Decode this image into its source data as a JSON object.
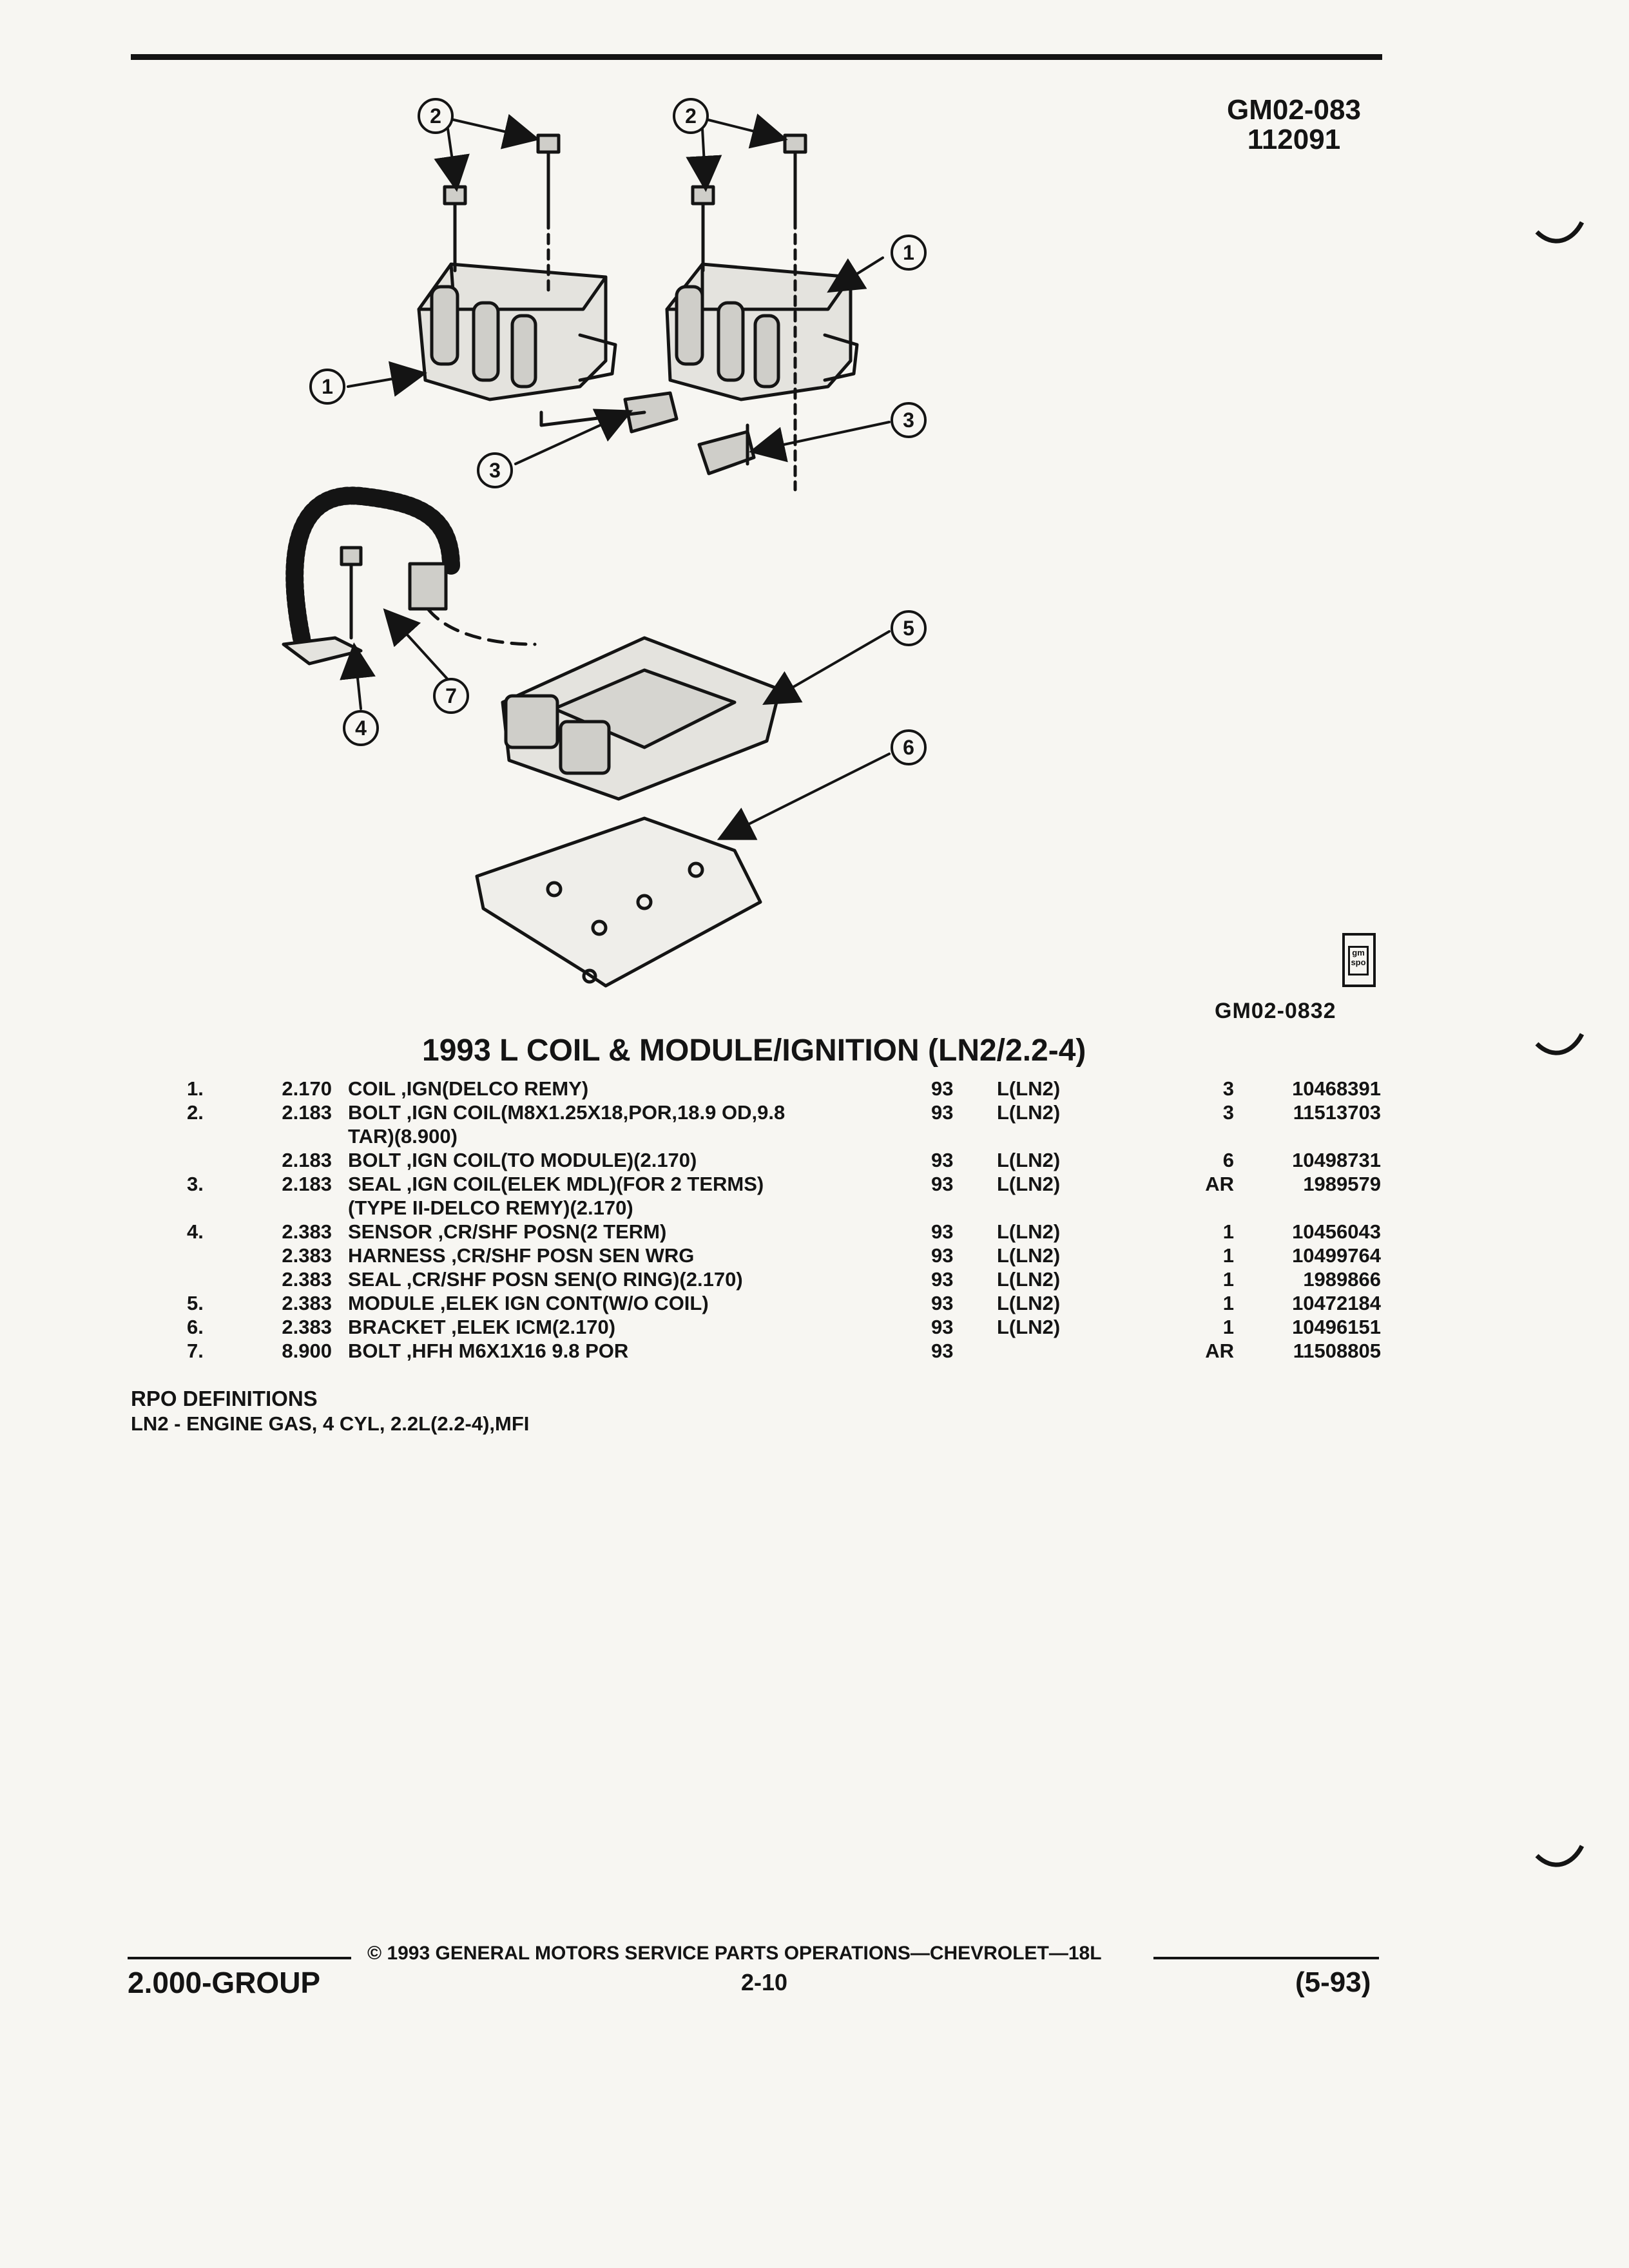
{
  "header": {
    "ref_code": "GM02-083",
    "ref_date": "112091"
  },
  "figure": {
    "callouts": [
      "1",
      "2",
      "3",
      "4",
      "5",
      "6",
      "7"
    ],
    "fig_code": "GM02-0832",
    "logo": {
      "top": "gm",
      "bottom": "spo"
    }
  },
  "section": {
    "title": "1993 L COIL & MODULE/IGNITION (LN2/2.2-4)"
  },
  "parts": [
    {
      "num": "1.",
      "group": "2.170",
      "desc": "COIL ,IGN(DELCO REMY)",
      "year": "93",
      "usage": "L(LN2)",
      "qty": "3",
      "part": "10468391"
    },
    {
      "num": "2.",
      "group": "2.183",
      "desc": "BOLT ,IGN COIL(M8X1.25X18,POR,18.9 OD,9.8",
      "desc2": "TAR)(8.900)",
      "year": "93",
      "usage": "L(LN2)",
      "qty": "3",
      "part": "11513703"
    },
    {
      "num": "",
      "group": "2.183",
      "desc": "BOLT ,IGN COIL(TO MODULE)(2.170)",
      "year": "93",
      "usage": "L(LN2)",
      "qty": "6",
      "part": "10498731"
    },
    {
      "num": "3.",
      "group": "2.183",
      "desc": "SEAL ,IGN COIL(ELEK MDL)(FOR 2 TERMS)",
      "desc2": "(TYPE II-DELCO REMY)(2.170)",
      "year": "93",
      "usage": "L(LN2)",
      "qty": "AR",
      "part": "1989579"
    },
    {
      "num": "4.",
      "group": "2.383",
      "desc": "SENSOR ,CR/SHF POSN(2 TERM)",
      "year": "93",
      "usage": "L(LN2)",
      "qty": "1",
      "part": "10456043"
    },
    {
      "num": "",
      "group": "2.383",
      "desc": "HARNESS ,CR/SHF POSN SEN WRG",
      "year": "93",
      "usage": "L(LN2)",
      "qty": "1",
      "part": "10499764"
    },
    {
      "num": "",
      "group": "2.383",
      "desc": "SEAL ,CR/SHF POSN SEN(O RING)(2.170)",
      "year": "93",
      "usage": "L(LN2)",
      "qty": "1",
      "part": "1989866"
    },
    {
      "num": "5.",
      "group": "2.383",
      "desc": "MODULE ,ELEK IGN CONT(W/O COIL)",
      "year": "93",
      "usage": "L(LN2)",
      "qty": "1",
      "part": "10472184"
    },
    {
      "num": "6.",
      "group": "2.383",
      "desc": "BRACKET ,ELEK ICM(2.170)",
      "year": "93",
      "usage": "L(LN2)",
      "qty": "1",
      "part": "10496151"
    },
    {
      "num": "7.",
      "group": "8.900",
      "desc": "BOLT ,HFH M6X1X16 9.8 POR",
      "year": "93",
      "usage": "",
      "qty": "AR",
      "part": "11508805"
    }
  ],
  "rpo": {
    "heading": "RPO DEFINITIONS",
    "definitions": [
      "LN2 - ENGINE GAS, 4 CYL, 2.2L(2.2-4),MFI"
    ]
  },
  "footer": {
    "copyright": "© 1993 GENERAL MOTORS SERVICE PARTS OPERATIONS—CHEVROLET—18L",
    "group": "2.000-GROUP",
    "page": "2-10",
    "date": "(5-93)"
  }
}
